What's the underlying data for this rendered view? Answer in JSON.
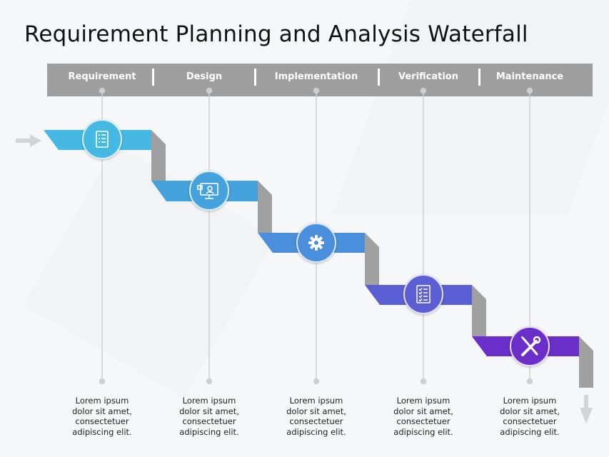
{
  "title": "Requirement Planning and Analysis Waterfall",
  "colors": {
    "header_bar": "#9e9e9e",
    "fold": "#a0a0a0",
    "connector": "#cfcfcf",
    "arrows": "#d4d4d4"
  },
  "phases": [
    {
      "label": "Requirement",
      "icon": "document-list-icon",
      "color": "#45b8e3",
      "desc": [
        "Lorem  ipsum",
        "dolor  sit amet,",
        "consectetuer",
        "adipiscing  elit."
      ]
    },
    {
      "label": "Design",
      "icon": "monitor-design-icon",
      "color": "#44a2dd",
      "desc": [
        "Lorem  ipsum",
        "dolor  sit amet,",
        "consectetuer",
        "adipiscing  elit."
      ]
    },
    {
      "label": "Implementation",
      "icon": "gear-icon",
      "color": "#4a8fdc",
      "desc": [
        "Lorem  ipsum",
        "dolor  sit amet,",
        "consectetuer",
        "adipiscing  elit."
      ]
    },
    {
      "label": "Verification",
      "icon": "checklist-icon",
      "color": "#5b5fd4",
      "desc": [
        "Lorem  ipsum",
        "dolor  sit amet,",
        "consectetuer",
        "adipiscing  elit."
      ]
    },
    {
      "label": "Maintenance",
      "icon": "tools-icon",
      "color": "#6a2ec9",
      "desc": [
        "Lorem  ipsum",
        "dolor  sit amet,",
        "consectetuer",
        "adipiscing  elit."
      ]
    }
  ]
}
